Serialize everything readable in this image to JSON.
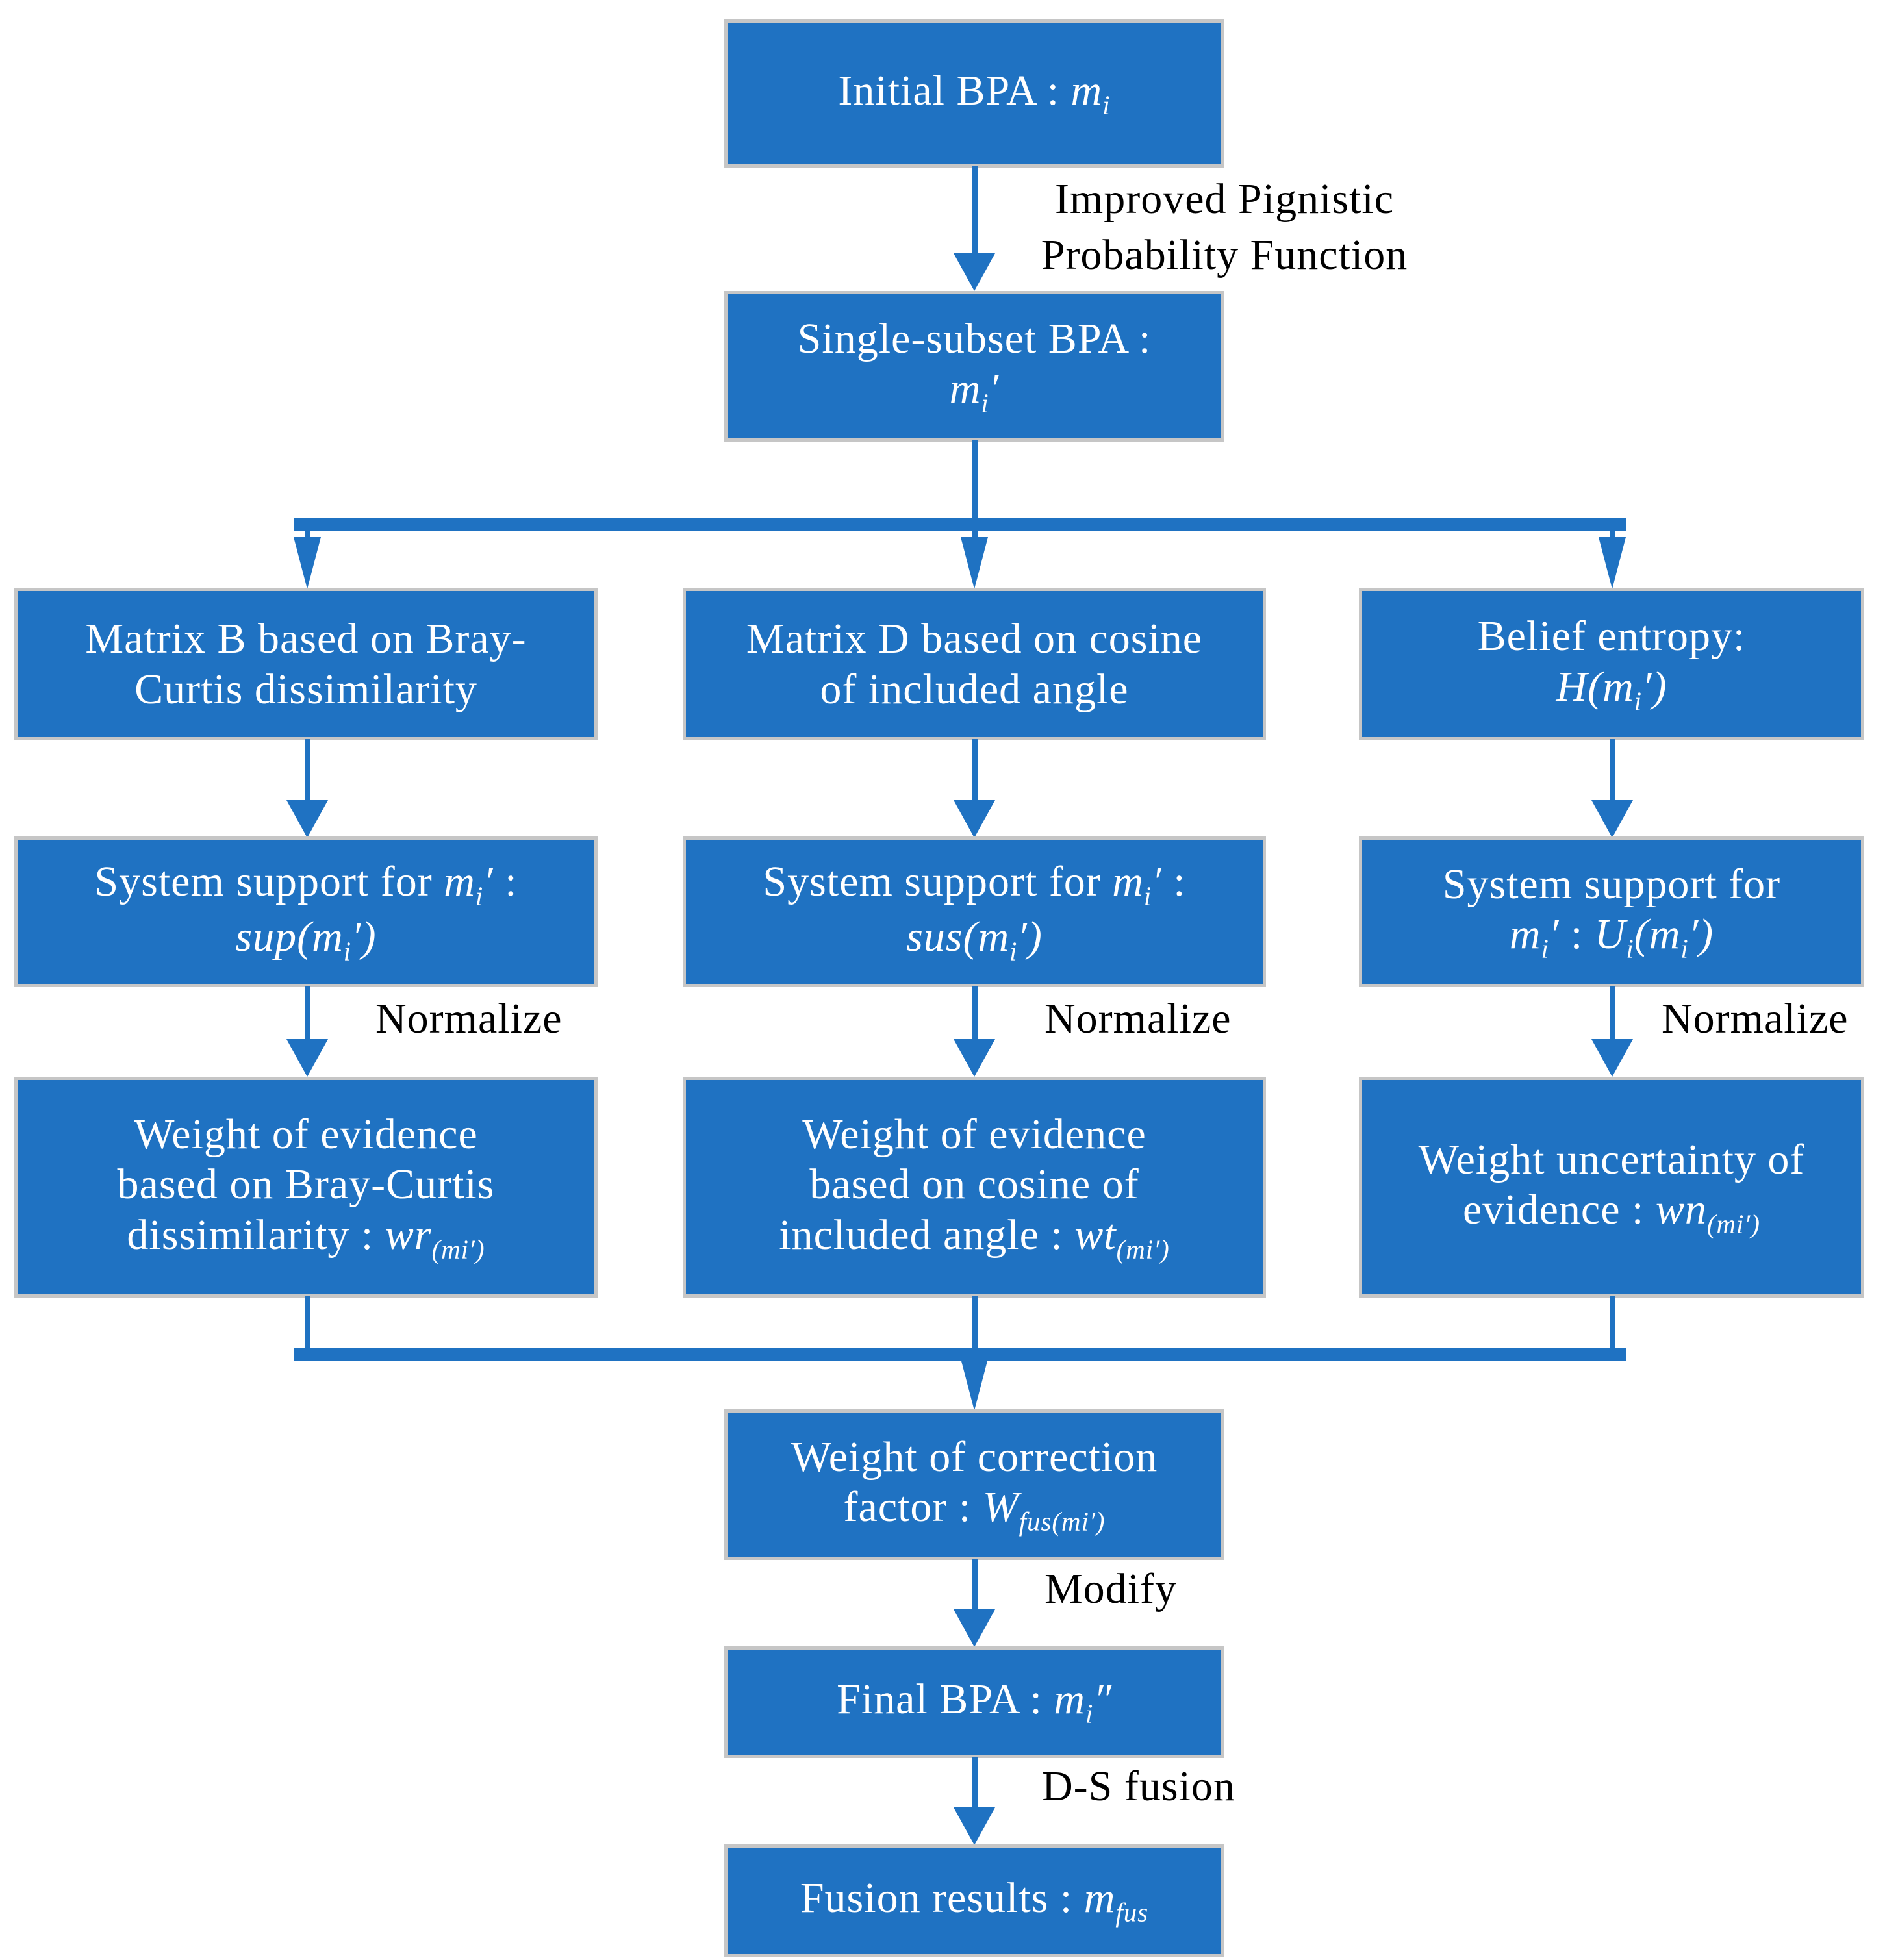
{
  "colors": {
    "box_fill": "#1f72c2",
    "box_border": "#c6c6c6",
    "arrow": "#1f72c2",
    "text_on_box": "#ffffff",
    "label_text": "#000000",
    "background": "#ffffff"
  },
  "nodes": {
    "initial": {
      "lines": [
        [
          {
            "t": "Initial BPA : "
          },
          {
            "t": "m",
            "i": true
          },
          {
            "t": "i",
            "i": true,
            "sub": true
          }
        ]
      ]
    },
    "single": {
      "lines": [
        [
          {
            "t": "Single-subset BPA :"
          }
        ],
        [
          {
            "t": "m",
            "i": true
          },
          {
            "t": "i",
            "i": true,
            "sub": true
          },
          {
            "t": "′",
            "i": true
          }
        ]
      ]
    },
    "matrix_b": {
      "lines": [
        [
          {
            "t": "Matrix B based on Bray-"
          }
        ],
        [
          {
            "t": "Curtis dissimilarity"
          }
        ]
      ]
    },
    "matrix_d": {
      "lines": [
        [
          {
            "t": "Matrix D based on cosine"
          }
        ],
        [
          {
            "t": "of included angle"
          }
        ]
      ]
    },
    "entropy": {
      "lines": [
        [
          {
            "t": "Belief entropy:"
          }
        ],
        [
          {
            "t": "H(",
            "i": true
          },
          {
            "t": "m",
            "i": true
          },
          {
            "t": "i",
            "i": true,
            "sub": true
          },
          {
            "t": "′)",
            "i": true
          }
        ]
      ]
    },
    "support_bc": {
      "lines": [
        [
          {
            "t": "System support for "
          },
          {
            "t": "m",
            "i": true
          },
          {
            "t": "i",
            "i": true,
            "sub": true
          },
          {
            "t": "′",
            "i": true
          },
          {
            "t": " :"
          }
        ],
        [
          {
            "t": "sup(",
            "i": true
          },
          {
            "t": "m",
            "i": true
          },
          {
            "t": "i",
            "i": true,
            "sub": true
          },
          {
            "t": "′)",
            "i": true
          }
        ]
      ]
    },
    "support_cos": {
      "lines": [
        [
          {
            "t": "System support for "
          },
          {
            "t": "m",
            "i": true
          },
          {
            "t": "i",
            "i": true,
            "sub": true
          },
          {
            "t": "′",
            "i": true
          },
          {
            "t": " :"
          }
        ],
        [
          {
            "t": "sus(",
            "i": true
          },
          {
            "t": "m",
            "i": true
          },
          {
            "t": "i",
            "i": true,
            "sub": true
          },
          {
            "t": "′)",
            "i": true
          }
        ]
      ]
    },
    "support_ent": {
      "lines": [
        [
          {
            "t": "System support for"
          }
        ],
        [
          {
            "t": "m",
            "i": true
          },
          {
            "t": "i",
            "i": true,
            "sub": true
          },
          {
            "t": "′",
            "i": true
          },
          {
            "t": " : "
          },
          {
            "t": "U",
            "i": true
          },
          {
            "t": "i",
            "i": true,
            "sub": true
          },
          {
            "t": "(",
            "i": true
          },
          {
            "t": "m",
            "i": true
          },
          {
            "t": "i",
            "i": true,
            "sub": true
          },
          {
            "t": "′)",
            "i": true
          }
        ]
      ]
    },
    "weight_bc": {
      "lines": [
        [
          {
            "t": "Weight of evidence"
          }
        ],
        [
          {
            "t": "based on Bray-Curtis"
          }
        ],
        [
          {
            "t": "dissimilarity : "
          },
          {
            "t": "wr",
            "i": true
          },
          {
            "t": "(mi′)",
            "i": true,
            "sub": true
          }
        ]
      ]
    },
    "weight_cos": {
      "lines": [
        [
          {
            "t": "Weight of evidence"
          }
        ],
        [
          {
            "t": "based on cosine of"
          }
        ],
        [
          {
            "t": "included angle : "
          },
          {
            "t": "wt",
            "i": true
          },
          {
            "t": "(mi′)",
            "i": true,
            "sub": true
          }
        ]
      ]
    },
    "weight_unc": {
      "lines": [
        [
          {
            "t": "Weight uncertainty of"
          }
        ],
        [
          {
            "t": "evidence : "
          },
          {
            "t": "wn",
            "i": true
          },
          {
            "t": "(mi′)",
            "i": true,
            "sub": true
          }
        ]
      ]
    },
    "correction": {
      "lines": [
        [
          {
            "t": "Weight of correction"
          }
        ],
        [
          {
            "t": "factor : "
          },
          {
            "t": "W",
            "i": true
          },
          {
            "t": "fus(mi′)",
            "i": true,
            "sub": true
          }
        ]
      ]
    },
    "final": {
      "lines": [
        [
          {
            "t": "Final BPA : "
          },
          {
            "t": "m",
            "i": true
          },
          {
            "t": "i",
            "i": true,
            "sub": true
          },
          {
            "t": "″",
            "i": true
          }
        ]
      ]
    },
    "fusion": {
      "lines": [
        [
          {
            "t": "Fusion results : "
          },
          {
            "t": "m",
            "i": true
          },
          {
            "t": "fus",
            "i": true,
            "sub": true
          }
        ]
      ]
    }
  },
  "labels": {
    "pignistic": {
      "lines": [
        [
          {
            "t": "Improved Pignistic"
          }
        ],
        [
          {
            "t": "Probability Function"
          }
        ]
      ]
    },
    "normalize_left": "Normalize",
    "normalize_middle": "Normalize",
    "normalize_right": "Normalize",
    "modify": "Modify",
    "ds_fusion": "D-S fusion"
  }
}
